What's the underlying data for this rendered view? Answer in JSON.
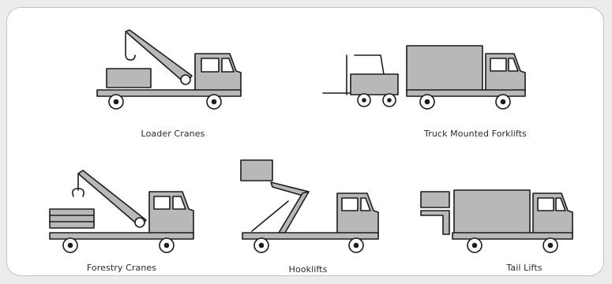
{
  "items": [
    {
      "caption": "Loader Cranes",
      "icon": "loader-crane-truck-icon"
    },
    {
      "caption": "Truck Mounted Forklifts",
      "icon": "truck-mounted-forklift-icon"
    },
    {
      "caption": "Forestry Cranes",
      "icon": "forestry-crane-truck-icon"
    },
    {
      "caption": "Hooklifts",
      "icon": "hooklift-truck-icon"
    },
    {
      "caption": "Tail Lifts",
      "icon": "tail-lift-truck-icon"
    }
  ],
  "colors": {
    "fill": "#b8b8b8",
    "outline": "#1c1c1c",
    "panel": "#ffffff",
    "background": "#ececec"
  }
}
